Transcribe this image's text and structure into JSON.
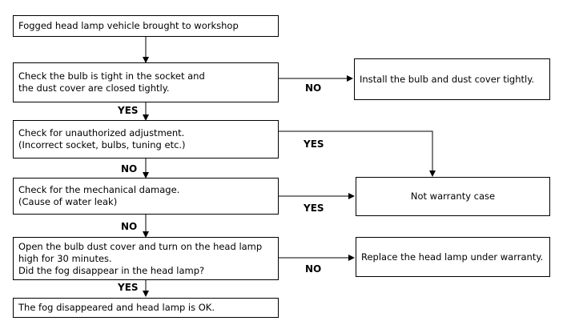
{
  "boxes": {
    "start": [
      "Fogged head lamp vehicle brought to workshop"
    ],
    "check_bulb": [
      "Check the bulb is tight in the socket and",
      "the dust cover are closed tightly."
    ],
    "install": [
      "Install the bulb and dust cover tightly."
    ],
    "unauthorized": [
      "Check for unauthorized adjustment.",
      "(Incorrect socket, bulbs, tuning etc.)"
    ],
    "not_warranty": [
      "Not warranty case"
    ],
    "mechanical": [
      "Check for the mechanical damage.",
      "(Cause of water leak)"
    ],
    "fog_test": [
      "Open the bulb dust cover and turn on the head lamp",
      "high for 30 minutes.",
      "Did the fog disappear in the head lamp?"
    ],
    "replace": [
      "Replace the head lamp under warranty."
    ],
    "ok": [
      "The fog disappeared and head lamp is OK."
    ]
  },
  "labels": {
    "bulb_no": "NO",
    "bulb_yes": "YES",
    "unauth_yes": "YES",
    "unauth_no": "NO",
    "mech_yes": "YES",
    "mech_no": "NO",
    "fog_no": "NO",
    "fog_yes": "YES"
  }
}
